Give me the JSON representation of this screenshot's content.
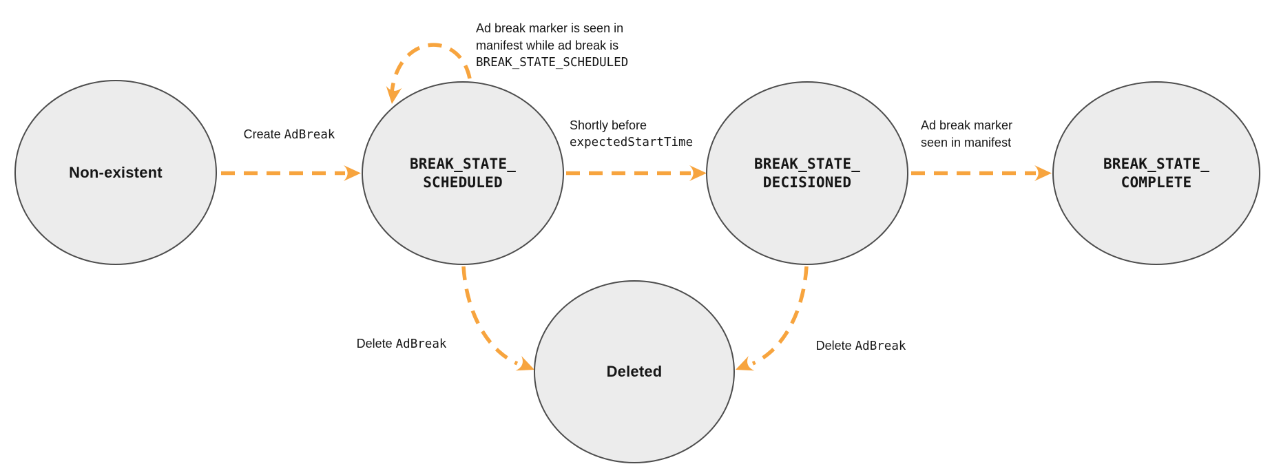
{
  "colors": {
    "arrow_color": "#F7A43E",
    "state_fill": "#ECECEC",
    "state_stroke": "#4D4D4D",
    "text_color": "#161616"
  },
  "diagram": {
    "type": "state-machine",
    "states": [
      {
        "id": "non-existent",
        "label": "Non-existent"
      },
      {
        "id": "break-state-scheduled",
        "label": "BREAK_STATE_\nSCHEDULED"
      },
      {
        "id": "break-state-decisioned",
        "label": "BREAK_STATE_\nDECISIONED"
      },
      {
        "id": "break-state-complete",
        "label": "BREAK_STATE_\nCOMPLETE"
      },
      {
        "id": "deleted",
        "label": "Deleted"
      }
    ],
    "edges": [
      {
        "id": "create-adbreak",
        "from": "non-existent",
        "to": "break-state-scheduled",
        "label_text": "Create",
        "label_code": "AdBreak"
      },
      {
        "id": "marker-seen-while-scheduled",
        "from": "break-state-scheduled",
        "to": "break-state-scheduled",
        "label_line1": "Ad break marker is seen in",
        "label_line2": "manifest while ad break is",
        "label_code": "BREAK_STATE_SCHEDULED"
      },
      {
        "id": "shortly-before-start",
        "from": "break-state-scheduled",
        "to": "break-state-decisioned",
        "label_text": "Shortly before",
        "label_code": "expectedStartTime"
      },
      {
        "id": "marker-seen-in-manifest",
        "from": "break-state-decisioned",
        "to": "break-state-complete",
        "label_line1": "Ad break marker",
        "label_line2": "seen in manifest"
      },
      {
        "id": "delete-adbreak-from-scheduled",
        "from": "break-state-scheduled",
        "to": "deleted",
        "label_text": "Delete",
        "label_code": "AdBreak"
      },
      {
        "id": "delete-adbreak-from-decisioned",
        "from": "break-state-decisioned",
        "to": "deleted",
        "label_text": "Delete",
        "label_code": "AdBreak"
      }
    ]
  }
}
